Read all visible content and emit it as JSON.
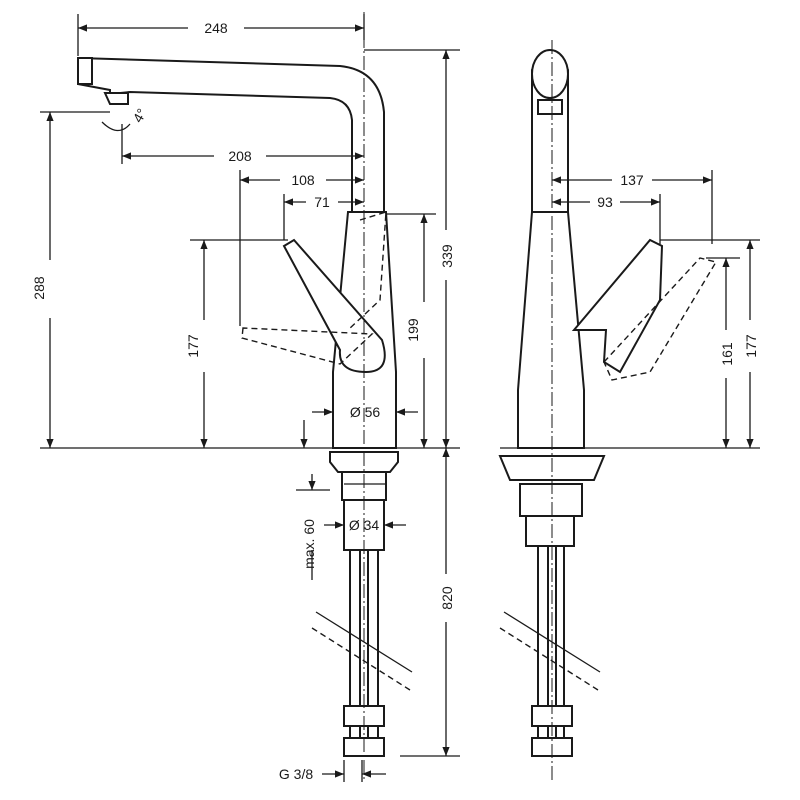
{
  "dimensions": {
    "spout_reach": "248",
    "total_height": "288",
    "aerator_angle": "4°",
    "spout_to_axis": "208",
    "lever_reach": "108",
    "lever_offset": "71",
    "overall_height": "339",
    "lever_height_left": "177",
    "lever_body_height": "199",
    "body_diameter": "Ø 56",
    "mount_max": "max. 60",
    "shank_diameter": "Ø 34",
    "hose_length": "820",
    "thread": "G 3/8",
    "side_lever_reach": "137",
    "side_lever_offset": "93",
    "side_height_161": "161",
    "side_height_177": "177"
  }
}
